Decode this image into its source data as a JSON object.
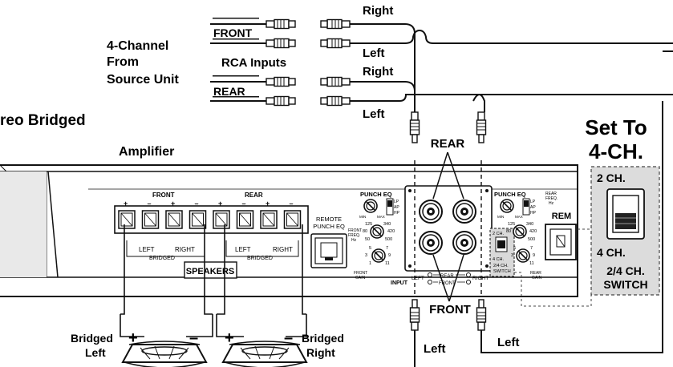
{
  "colors": {
    "ink": "#111111",
    "gray_panel": "#d9d9d9",
    "callout_fill": "#dcdcdc",
    "dash": "#666666"
  },
  "labels": {
    "right_top": "Right",
    "front_tag": "FRONT",
    "left_top": "Left",
    "four_channel": "4-Channel",
    "from": "From",
    "rca_inputs": "RCA Inputs",
    "right_mid": "Right",
    "source_unit": "Source Unit",
    "rear_tag": "REAR",
    "left_mid": "Left",
    "stereo_bridged": "reo Bridged",
    "set_to_line1": "Set To",
    "set_to_line2": "4-CH.",
    "amplifier": "Amplifier",
    "rear_callout": "REAR",
    "front_callout": "FRONT",
    "left_bottom": "Left",
    "left_bottom2": "Left",
    "bridged_left_1": "Bridged",
    "bridged_left_2": "Left",
    "bridged_right_1": "Bridged",
    "bridged_right_2": "Right",
    "plus": "+",
    "minus": "–"
  },
  "amp_panel": {
    "front_group": "FRONT",
    "rear_group": "REAR",
    "terminal_signs": [
      "+",
      "–",
      "+",
      "–",
      "+",
      "–",
      "+",
      "–"
    ],
    "left": "LEFT",
    "right": "RIGHT",
    "bridged": "BRIDGED",
    "speakers": "SPEAKERS",
    "remote_punch_eq_1": "REMOTE",
    "remote_punch_eq_2": "PUNCH EQ",
    "punch_eq": "PUNCH EQ",
    "min": "MIN",
    "max": "MAX",
    "filter_modes": [
      "LP",
      "AP",
      "HP"
    ],
    "front_freq": [
      "FRONT",
      "FREQ.",
      "Hz"
    ],
    "freq_scale": [
      "125",
      "340",
      "80",
      "420",
      "50",
      "500"
    ],
    "gain_scale": [
      "5",
      "7",
      "3",
      "9",
      "1",
      "11"
    ],
    "front_gain": [
      "FRONT",
      "GAIN"
    ],
    "input": "INPUT",
    "left_small": "LEFT",
    "right_small": "RIGHT",
    "rear_small": "REAR",
    "front_small": "FRONT",
    "two_ch_small": "2 CH.",
    "four_ch_small": "4 CH.",
    "switch_small": [
      "2/4 CH.",
      "SWITCH"
    ],
    "rear_freq": [
      "REAR",
      "FREQ.",
      "Hz"
    ],
    "rear_gain": [
      "REAR",
      "GAIN"
    ],
    "rem": "REM"
  },
  "switch_callout": {
    "two_ch": "2 CH.",
    "four_ch": "4 CH.",
    "switch_1": "2/4 CH.",
    "switch_2": "SWITCH"
  }
}
